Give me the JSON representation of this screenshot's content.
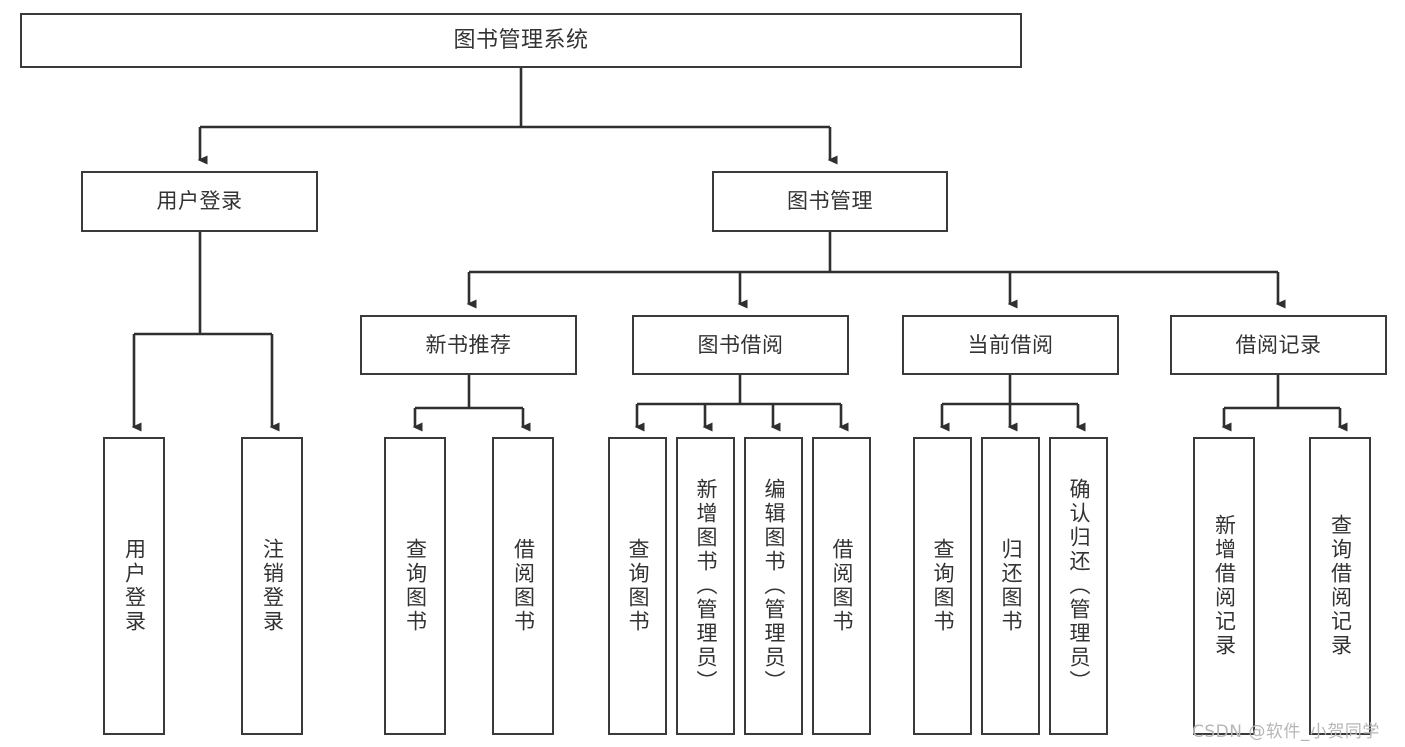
{
  "diagram": {
    "type": "tree",
    "title": "图书管理系统",
    "root": {
      "label": "图书管理系统"
    },
    "level2": [
      {
        "label": "用户登录"
      },
      {
        "label": "图书管理"
      }
    ],
    "level3": [
      {
        "label": "新书推荐"
      },
      {
        "label": "图书借阅"
      },
      {
        "label": "当前借阅"
      },
      {
        "label": "借阅记录"
      }
    ],
    "leaves": {
      "user_login": [
        {
          "label": "用户登录"
        },
        {
          "label": "注销登录"
        }
      ],
      "new_book_recommend": [
        {
          "label": "查询图书"
        },
        {
          "label": "借阅图书"
        }
      ],
      "book_borrow": [
        {
          "label": "查询图书"
        },
        {
          "label": "新增图书（管理员）"
        },
        {
          "label": "编辑图书（管理员）"
        },
        {
          "label": "借阅图书"
        }
      ],
      "current_borrow": [
        {
          "label": "查询图书"
        },
        {
          "label": "归还图书"
        },
        {
          "label": "确认归还（管理员）"
        }
      ],
      "borrow_record": [
        {
          "label": "新增借阅记录"
        },
        {
          "label": "查询借阅记录"
        }
      ]
    }
  },
  "watermark": {
    "text": "CSDN @软件_小贺同学"
  },
  "colors": {
    "border": "#3a3a3a",
    "text": "#333333",
    "background": "#ffffff",
    "watermark": "#b6b6b6"
  }
}
